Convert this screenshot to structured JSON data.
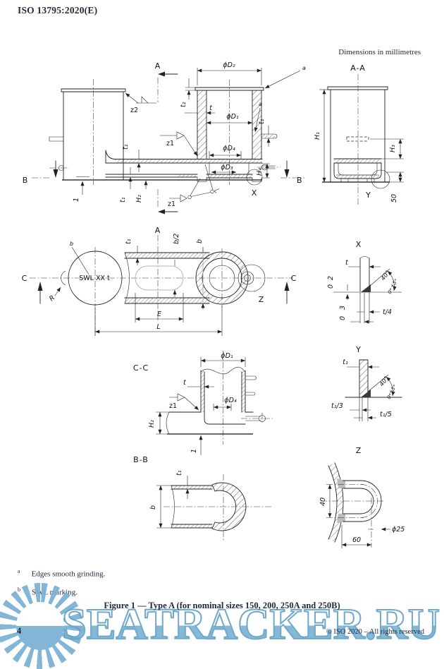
{
  "page": {
    "header_title": "ISO 13795:2020(E)",
    "dimensions_note": "Dimensions in millimetres",
    "footnotes": [
      {
        "marker": "a",
        "text": "Edges smooth grinding."
      },
      {
        "marker": "b",
        "text": "SWL marking."
      }
    ],
    "caption": "Figure 1 — Type A (for nominal sizes 150, 200, 250A and 250B)",
    "page_number": "4",
    "copyright": "© ISO 2020 – All rights reserved",
    "watermark_text": "SEATRACKER.RU"
  },
  "colors": {
    "watermark_blue": "#7cb2d4",
    "ink": "#222222",
    "text_navy": "#242c3e"
  },
  "views": {
    "front": {
      "cut_a_top": "A",
      "cut_a_bottom": "A",
      "cut_b_left": "B",
      "cut_b_right": "B",
      "phi_d2": "ϕD₂",
      "phi_d1": "ϕD₁",
      "phi_d4": "ϕD₄",
      "phi_d3": "ϕD₃",
      "t2": "t₂",
      "t": "t",
      "t1_deck": "t₁",
      "t1_rung": "t₁",
      "t1_bottom": "t₁",
      "h2": "H₂",
      "h4": "H₄",
      "gap_1": "1",
      "weld_z1_upper": "z1",
      "weld_z1_lower": "z1",
      "weld_z2": "z2",
      "note_a_top": "a",
      "note_a_rung": "a",
      "detail_x": "X"
    },
    "section_aa": {
      "title": "A-A",
      "h1": "H₁",
      "h3": "H₃",
      "dim_50": "50",
      "detail_y": "Y"
    },
    "plan": {
      "cut_a": "A",
      "cut_c_left": "C",
      "cut_c_right": "C",
      "note_b": "b",
      "swl_marking": "SWL XX t",
      "radius_r": "R",
      "t1": "t₁",
      "b_half": "b/2",
      "b": "b",
      "e": "E",
      "l": "L",
      "detail_z": "Z"
    },
    "section_cc": {
      "title": "C-C",
      "phi_d1": "ϕD₁",
      "t": "t",
      "weld_z1": "z1",
      "phi_d4": "ϕD₄",
      "h2": "H₂",
      "gap_1": "1"
    },
    "section_bb": {
      "title": "B-B",
      "t1": "t₁",
      "b": "b"
    },
    "detail_x": {
      "title": "X",
      "t": "t",
      "angle": "40°",
      "angle_tol_plus": "+5°",
      "angle_tol_minus": "0°",
      "root_gap": "2",
      "root_gap_tol": "0",
      "root_face": "3",
      "root_face_tol": "0",
      "t_quarter": "t/4"
    },
    "detail_y": {
      "title": "Y",
      "t1": "t₁",
      "angle": "40°",
      "angle_tol_plus": "+5°",
      "angle_tol_minus": "0°",
      "t1_third": "t₁/3",
      "t1_fifth": "t₁/5"
    },
    "detail_z": {
      "title": "Z",
      "dim_40": "40",
      "dim_60": "60",
      "phi_25": "ϕ25"
    }
  }
}
